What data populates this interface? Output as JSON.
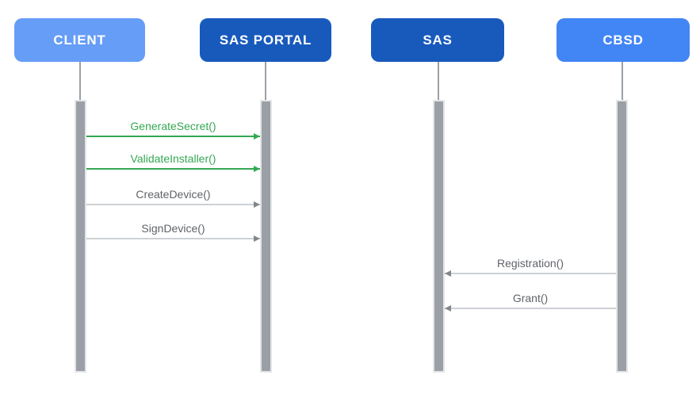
{
  "diagram": {
    "title": "SAS / CBSD registration sequence diagram",
    "actors": [
      {
        "id": "client",
        "label": "CLIENT",
        "color": "#669DF6"
      },
      {
        "id": "sas-portal",
        "label": "SAS PORTAL",
        "color": "#185ABC"
      },
      {
        "id": "sas",
        "label": "SAS",
        "color": "#185ABC"
      },
      {
        "id": "cbsd",
        "label": "CBSD",
        "color": "#4285F4"
      }
    ],
    "messages": [
      {
        "label": "GenerateSecret()",
        "from": "CLIENT",
        "to": "SAS PORTAL",
        "direction": "right",
        "color": "#34A853"
      },
      {
        "label": "ValidateInstaller()",
        "from": "CLIENT",
        "to": "SAS PORTAL",
        "direction": "right",
        "color": "#34A853"
      },
      {
        "label": "CreateDevice()",
        "from": "CLIENT",
        "to": "SAS PORTAL",
        "direction": "right",
        "color": "#5F6368"
      },
      {
        "label": "SignDevice()",
        "from": "CLIENT",
        "to": "SAS PORTAL",
        "direction": "right",
        "color": "#5F6368"
      },
      {
        "label": "Registration()",
        "from": "CBSD",
        "to": "SAS",
        "direction": "left",
        "color": "#5F6368"
      },
      {
        "label": "Grant()",
        "from": "CBSD",
        "to": "SAS",
        "direction": "left",
        "color": "#5F6368"
      }
    ],
    "colors": {
      "background": "#FFFFFF",
      "activation_bar": "#9AA0A6",
      "activation_border": "#E3E5E8",
      "lifeline": "#9AA0A6",
      "green_message": "#34A853",
      "gray_message_text": "#5F6368",
      "gray_arrow_line": "#CDD0D4",
      "gray_arrow_head": "#80868B"
    }
  }
}
